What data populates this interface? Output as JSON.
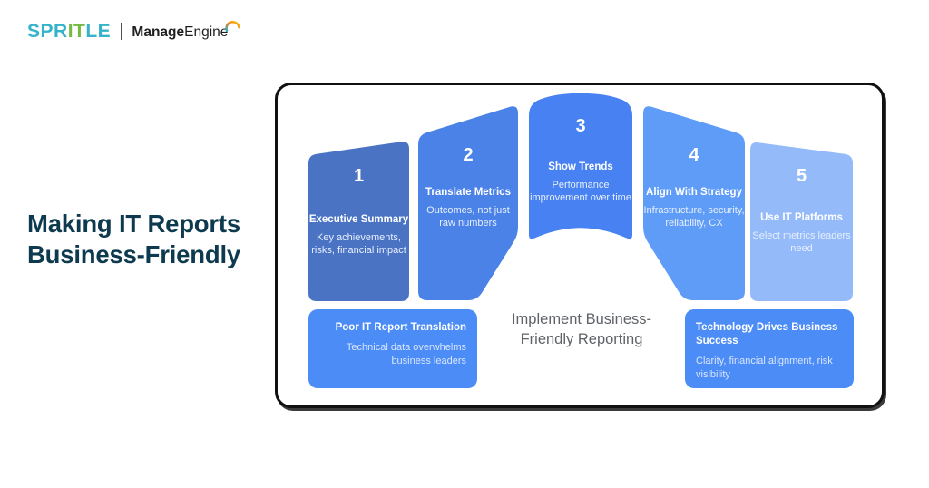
{
  "colors": {
    "headline": "#0e3a4f",
    "caption": "#5f6368",
    "spritle_teal": "#35b4c9",
    "spritle_green": "#76b943",
    "manageengine_text": "#1e1e1e",
    "board_border": "#111111"
  },
  "icons": {
    "manageengine_swoosh": "arc-swoosh-icon"
  },
  "brand": {
    "spritle_part1": "SPR",
    "spritle_part2": "IT",
    "spritle_part3": "LE",
    "divider": "|",
    "manage": "Manage",
    "engine": "Engine"
  },
  "headline": "Making IT Reports Business-Friendly",
  "diagram": {
    "caption": "Implement Business-Friendly Reporting",
    "panels": [
      {
        "number": "1",
        "title": "Executive Summary",
        "body": "Key achievements, risks, financial impact",
        "color": "#4a73c4"
      },
      {
        "number": "2",
        "title": "Translate Metrics",
        "body": "Outcomes, not just raw numbers",
        "color": "#4a82e8"
      },
      {
        "number": "3",
        "title": "Show Trends",
        "body": "Performance improvement over time",
        "color": "#4781f2"
      },
      {
        "number": "4",
        "title": "Align With Strategy",
        "body": "Infrastructure, security, reliability, CX",
        "color": "#5f9cf8"
      },
      {
        "number": "5",
        "title": "Use IT Platforms",
        "body": "Select metrics leaders need",
        "color": "#94baf9"
      }
    ],
    "callouts": [
      {
        "title": "Poor IT Report Translation",
        "body": "Technical data overwhelms business leaders",
        "color": "#4c8cf6"
      },
      {
        "title": "Technology Drives Business Success",
        "body": "Clarity, financial alignment, risk visibility",
        "color": "#4c8cf6"
      }
    ]
  }
}
